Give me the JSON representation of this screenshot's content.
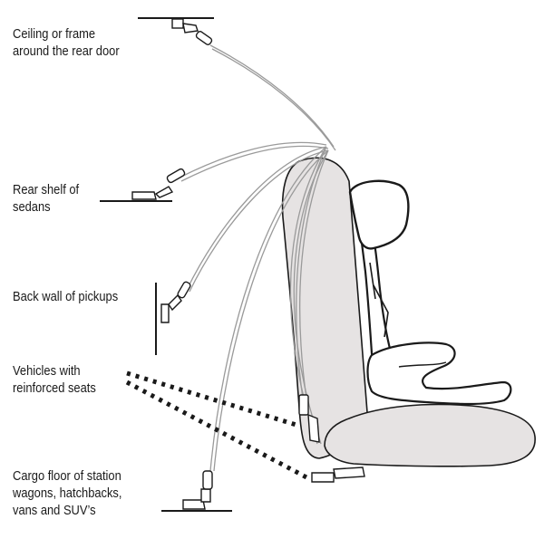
{
  "labels": {
    "ceiling": [
      "Ceiling or frame",
      "around the rear door"
    ],
    "rear_shelf": [
      "Rear shelf of",
      "sedans"
    ],
    "back_wall": [
      "Back wall of pickups"
    ],
    "reinforced": [
      "Vehicles with",
      "reinforced seats"
    ],
    "cargo_floor": [
      "Cargo floor of station",
      "wagons, hatchbacks,",
      "vans and SUV’s"
    ]
  },
  "colors": {
    "ink": "#1a1a1a",
    "seat_fill": "#e6e3e3",
    "strap": "#9a9a9a"
  }
}
